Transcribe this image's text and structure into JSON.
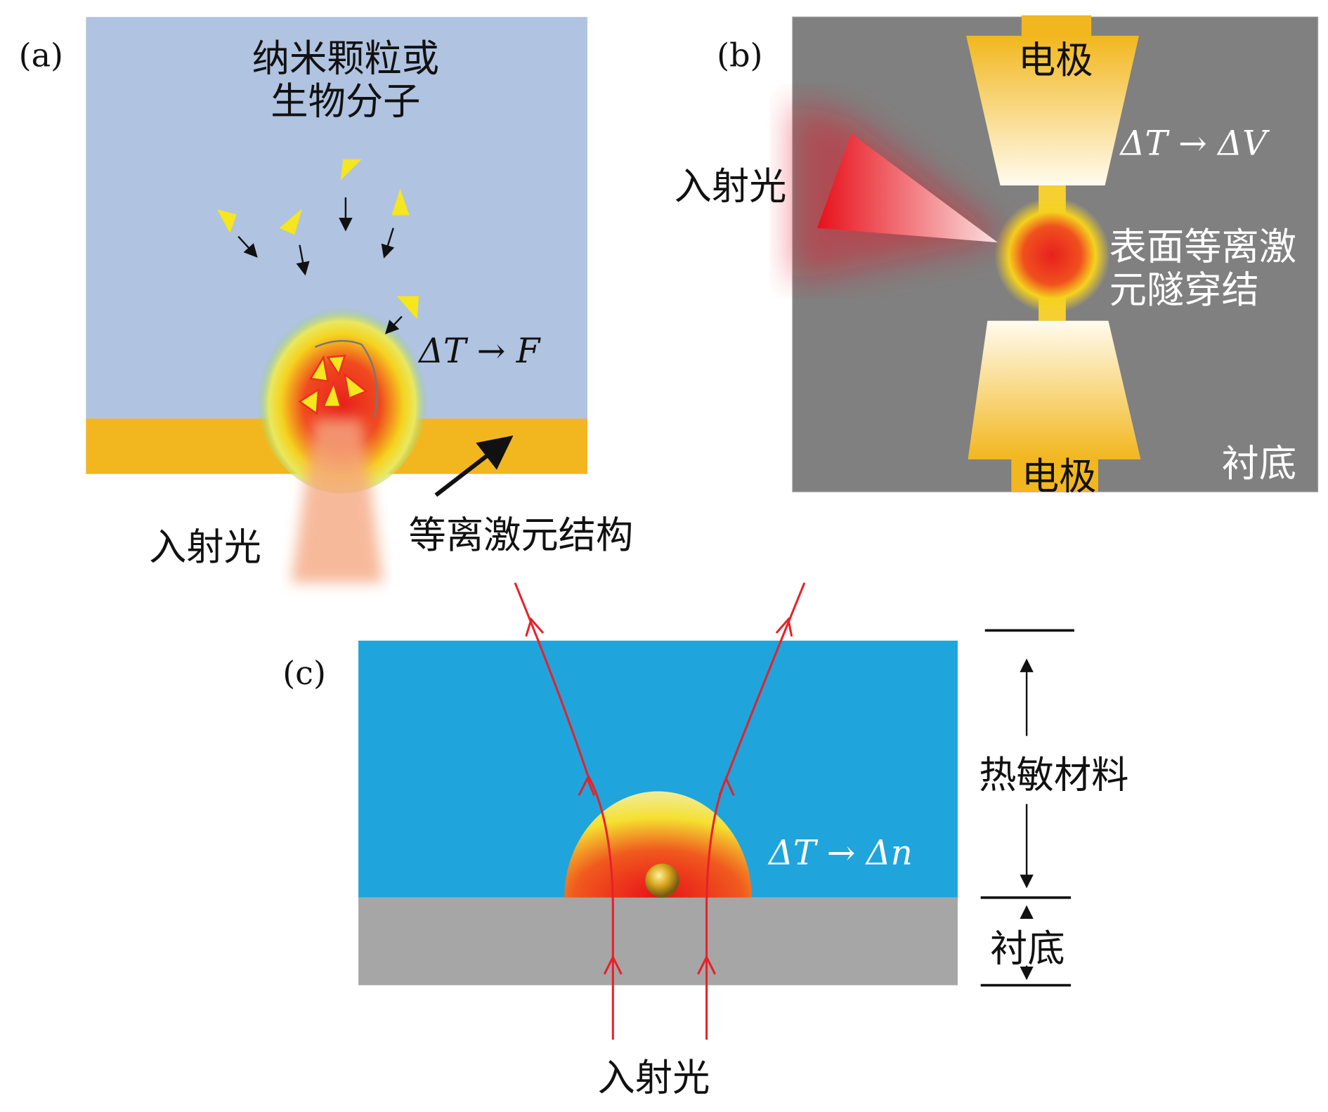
{
  "panel_a": {
    "label": "(a)",
    "title_line1": "纳米颗粒或",
    "title_line2": "生物分子",
    "equation": "ΔT → F",
    "light_label": "入射光",
    "structure_label": "等离激元结构",
    "colors": {
      "background": "#b0c3e0",
      "plasmonic_layer": "#f2b71e",
      "particles": "#f5e61e"
    }
  },
  "panel_b": {
    "label": "(b)",
    "electrode_top": "电极",
    "electrode_bottom": "电极",
    "equation": "ΔT → ΔV",
    "light_label": "入射光",
    "junction_line1": "表面等离激",
    "junction_line2": "元隧穿结",
    "substrate_label": "衬底",
    "colors": {
      "background": "#808080",
      "electrode": "#f2b71e"
    }
  },
  "panel_c": {
    "label": "(c)",
    "equation": "ΔT → Δn",
    "material_label": "热敏材料",
    "substrate_label": "衬底",
    "light_label": "入射光",
    "colors": {
      "material": "#1fa5dc",
      "substrate": "#a6a6a6",
      "ray": "#e8202a"
    }
  }
}
